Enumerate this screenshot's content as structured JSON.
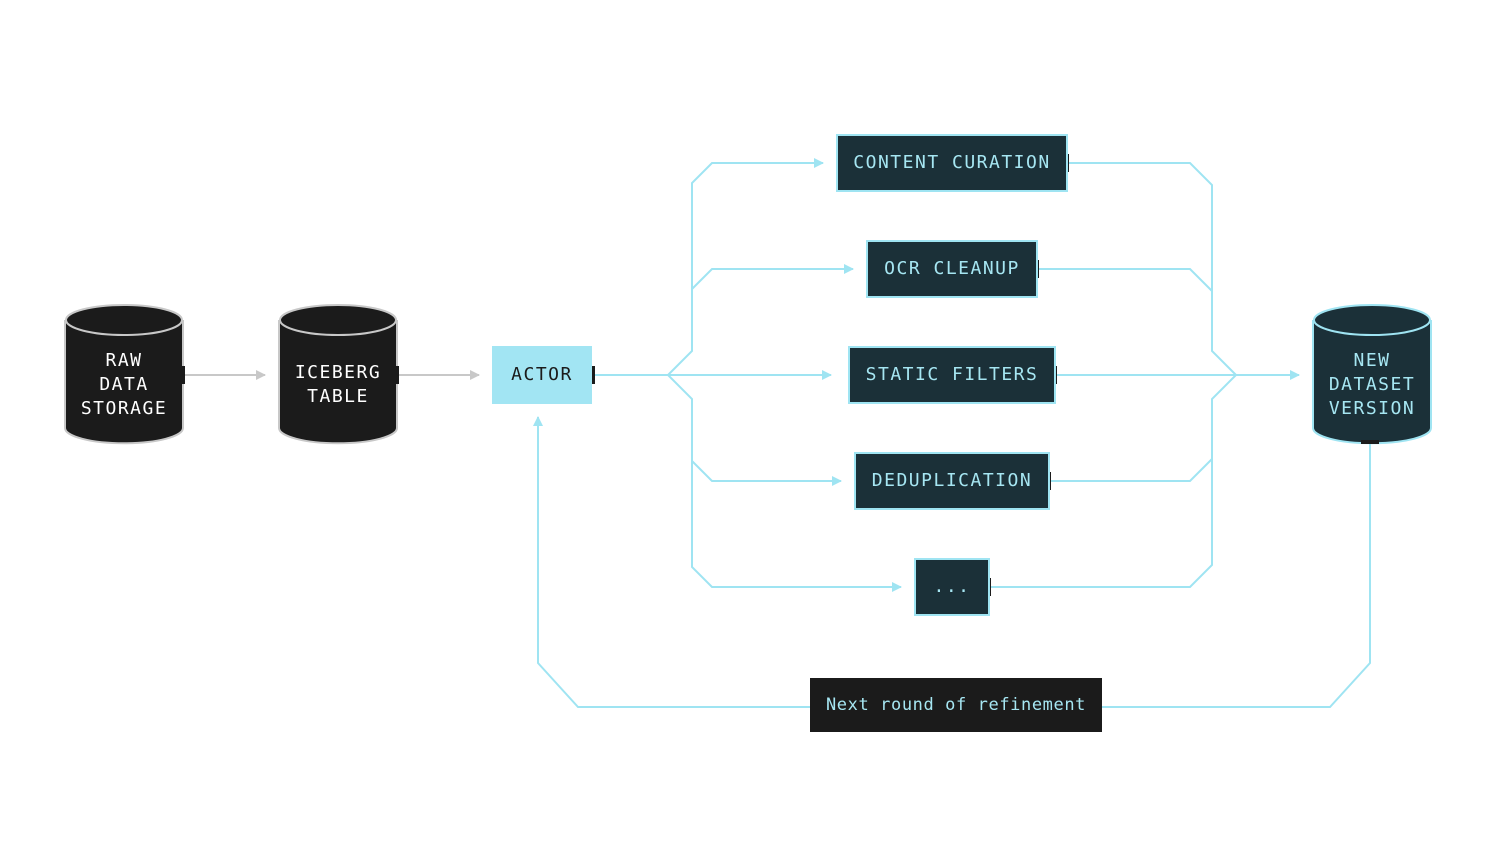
{
  "sources": [
    {
      "id": "raw",
      "label": "RAW\nDATA\nSTORAGE"
    },
    {
      "id": "iceberg",
      "label": "ICEBERG\nTABLE"
    }
  ],
  "actor": {
    "label": "ACTOR"
  },
  "stages": [
    {
      "label": "CONTENT CURATION"
    },
    {
      "label": "OCR CLEANUP"
    },
    {
      "label": "STATIC FILTERS"
    },
    {
      "label": "DEDUPLICATION"
    },
    {
      "label": "..."
    }
  ],
  "output": {
    "label": "NEW\nDATASET\nVERSION"
  },
  "loop": {
    "label": "Next round of refinement"
  },
  "colors": {
    "accent": "#9fe4f2",
    "dark": "#1b1b1b",
    "stage_fill": "#1b3038",
    "gray_arrow": "#c8c8c8"
  }
}
